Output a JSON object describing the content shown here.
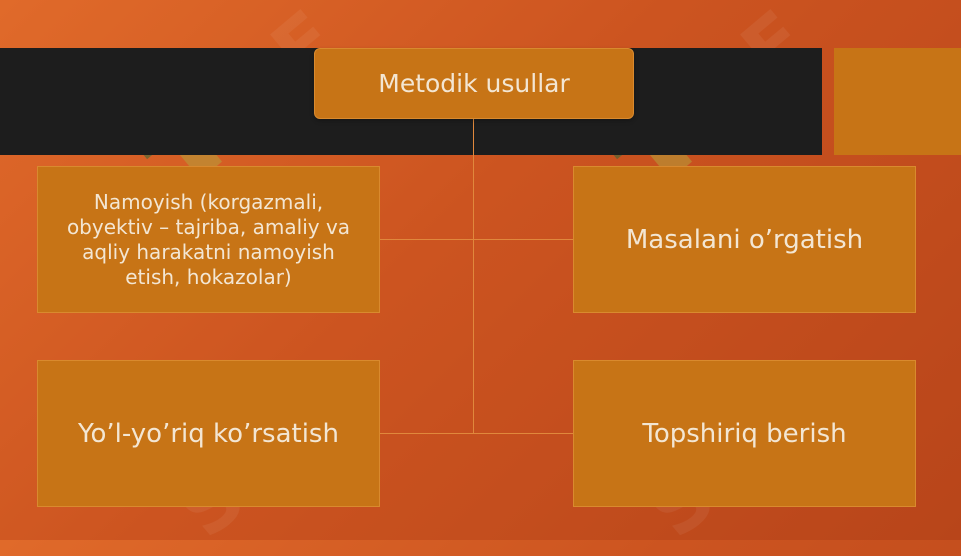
{
  "title": "Metodik usullar",
  "nodes": [
    {
      "label": "Namoyish (korgazmali, obyektiv – tajriba, amaliy va aqliy harakatni namoyish etish, hokazolar)"
    },
    {
      "label": "Masalani o’rgatish"
    },
    {
      "label": "Yo’l-yo’riq ko’rsatish"
    },
    {
      "label": "Topshiriq berish"
    }
  ],
  "watermark": "SOF",
  "colors": {
    "background": "#cc5420",
    "band": "#1d1d1d",
    "box": "#c77416",
    "text": "#f3e6d3",
    "connector": "#e0883c"
  }
}
